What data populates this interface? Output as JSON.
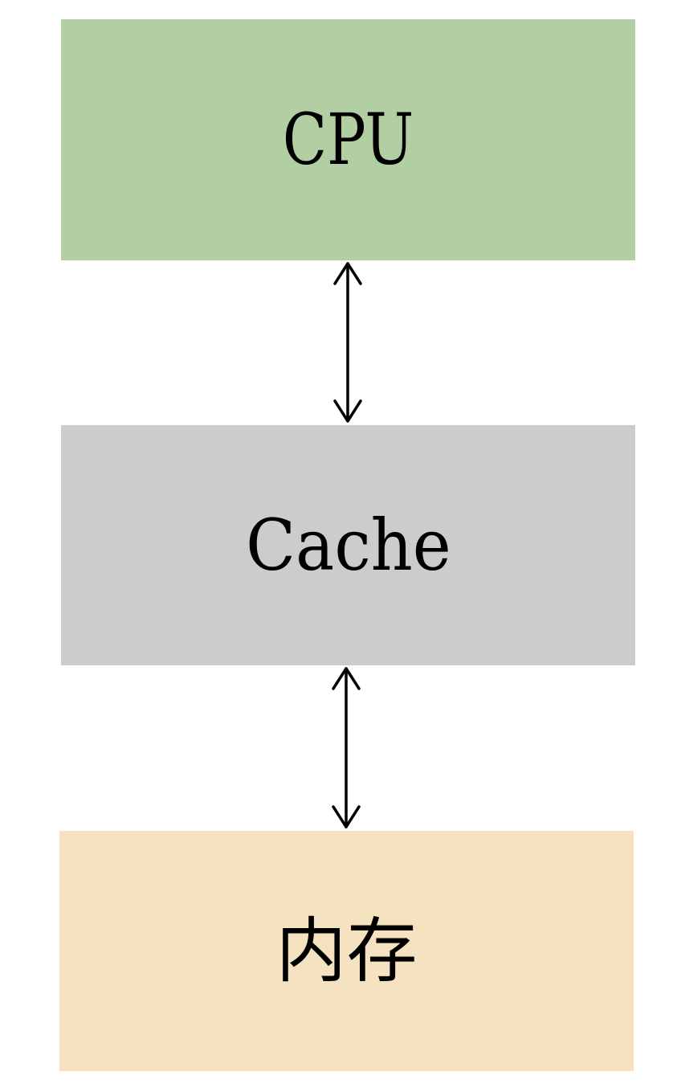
{
  "blocks": [
    {
      "id": "cpu",
      "label": "CPU",
      "color": "#b2cfa3"
    },
    {
      "id": "cache",
      "label": "Cache",
      "color": "#cccccc"
    },
    {
      "id": "mem",
      "label": "内存",
      "color": "#f4e2c1"
    }
  ],
  "connectors": [
    {
      "from": "cpu",
      "to": "cache",
      "direction": "bidirectional"
    },
    {
      "from": "cache",
      "to": "mem",
      "direction": "bidirectional"
    }
  ],
  "stroke_color": "#000000"
}
